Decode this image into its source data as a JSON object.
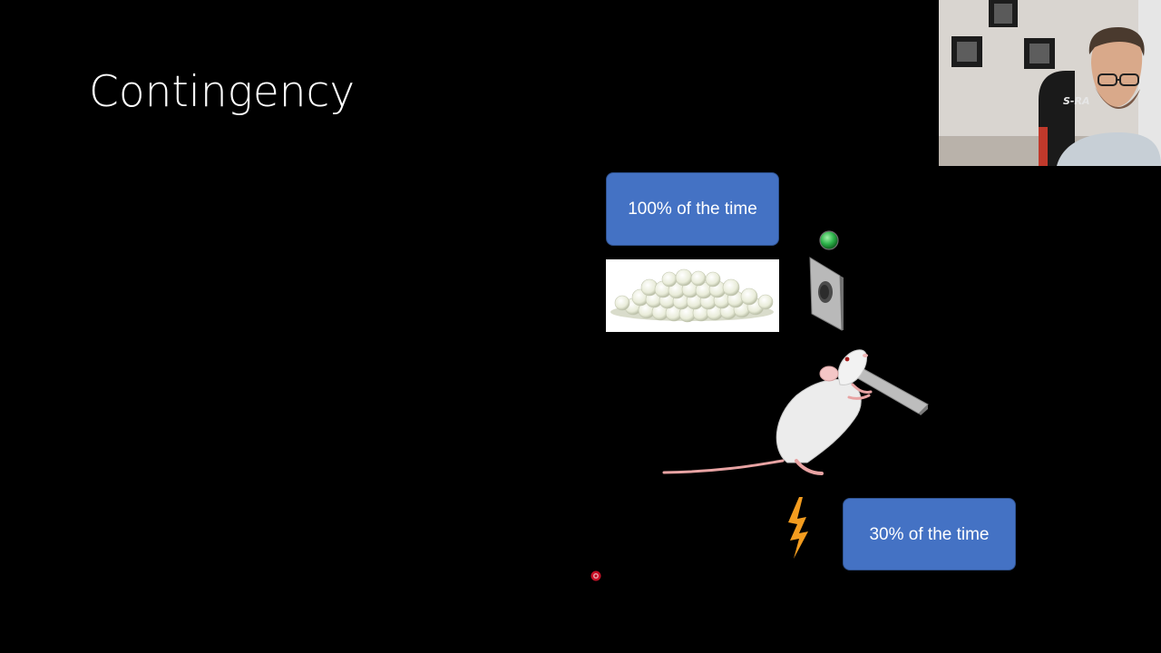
{
  "slide": {
    "title": "Contingency",
    "callout_top": "100% of the time",
    "callout_bottom": "30% of the time"
  },
  "colors": {
    "background": "#000000",
    "callout_fill": "#4472c4",
    "callout_border": "#2f528f",
    "light_green": "#2db34a",
    "lightning_orange": "#f39c1f",
    "laser_red": "#e8102a"
  },
  "icons": {
    "signal_light": "green-light-icon",
    "lever_panel": "lever-panel-icon",
    "lightning": "lightning-bolt-icon",
    "pointer": "laser-pointer-icon"
  }
}
